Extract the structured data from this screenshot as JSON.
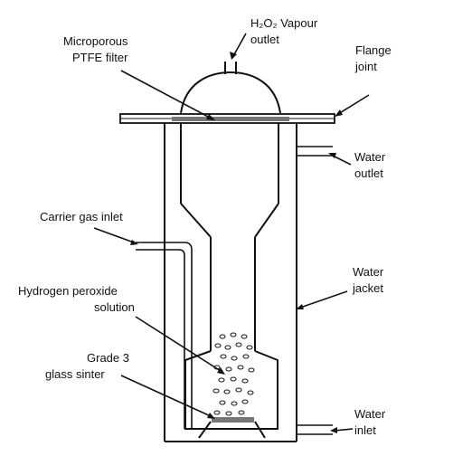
{
  "labels": {
    "h2o2_outlet_line1": "H₂O₂ Vapour",
    "h2o2_outlet_line2": "outlet",
    "filter_line1": "Microporous",
    "filter_line2": "PTFE filter",
    "flange_line1": "Flange",
    "flange_line2": "joint",
    "water_outlet_line1": "Water",
    "water_outlet_line2": "outlet",
    "carrier_gas": "Carrier gas inlet",
    "peroxide_line1": "Hydrogen peroxide",
    "peroxide_line2": "solution",
    "water_jacket_line1": "Water",
    "water_jacket_line2": "jacket",
    "sinter_line1": "Grade 3",
    "sinter_line2": "glass sinter",
    "water_inlet_line1": "Water",
    "water_inlet_line2": "inlet"
  }
}
